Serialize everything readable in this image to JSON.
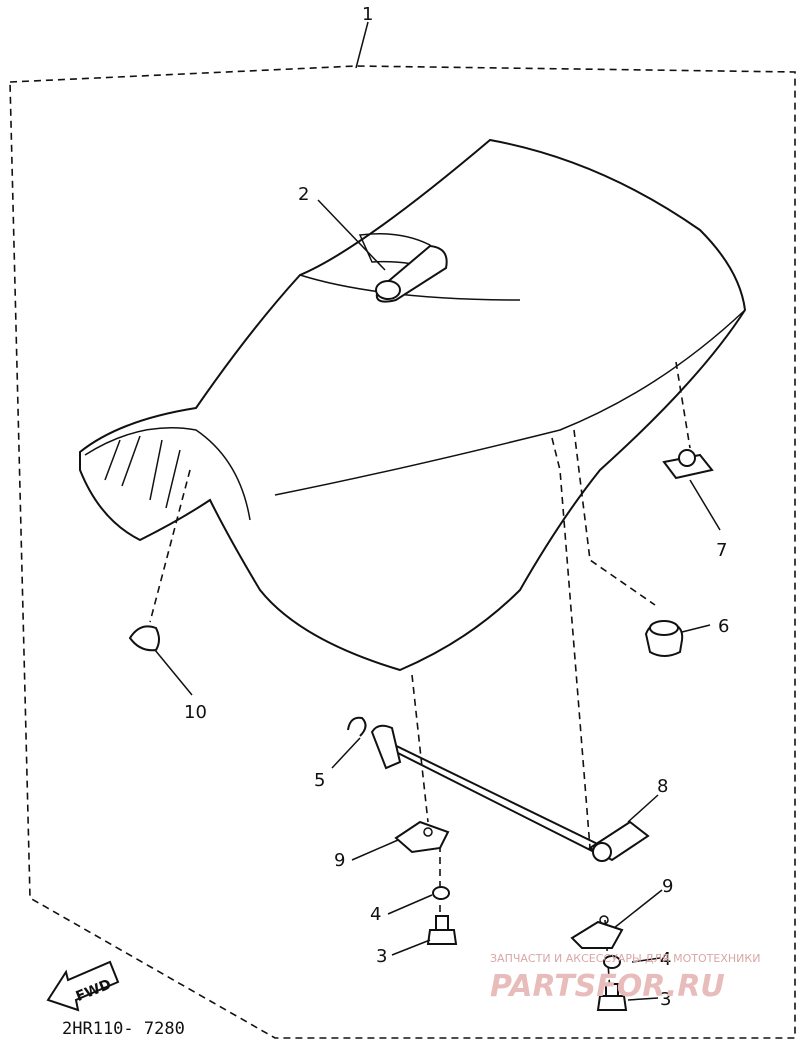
{
  "diagram": {
    "callouts": {
      "c1": "1",
      "c2": "2",
      "c3a": "3",
      "c3b": "3",
      "c4a": "4",
      "c4b": "4",
      "c5": "5",
      "c6": "6",
      "c7": "7",
      "c8": "8",
      "c9a": "9",
      "c9b": "9",
      "c10": "10"
    },
    "direction_label": "FWD",
    "drawing_code": "2HR110- 7280"
  },
  "watermark": {
    "tagline": "ЗАПЧАСТИ И АКСЕССУАРЫ ДЛЯ МОТОТЕХНИКИ",
    "logo": "PARTSFOR.RU"
  },
  "colors": {
    "ink": "#111111",
    "watermark": "#e9bcbc"
  }
}
